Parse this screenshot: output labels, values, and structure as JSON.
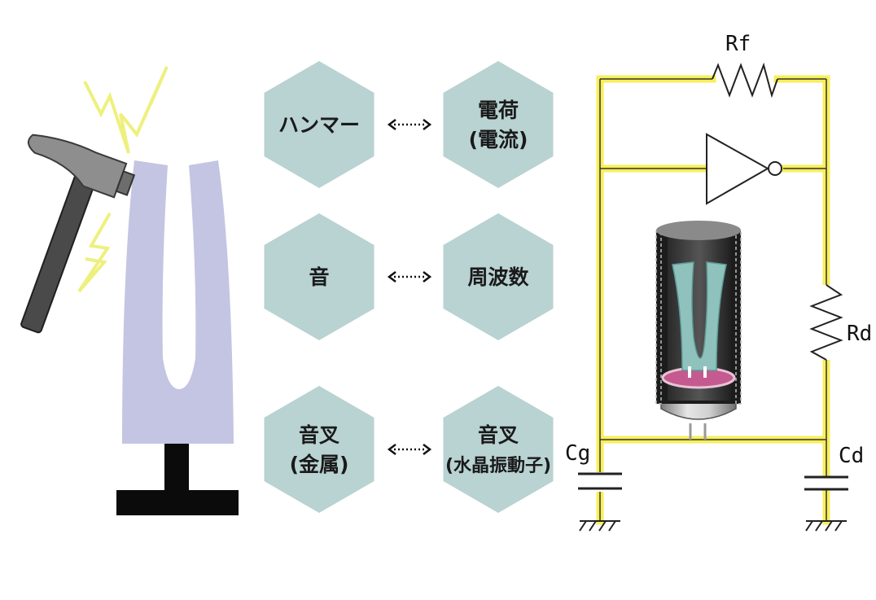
{
  "colors": {
    "hexagon": "#b9d2d2",
    "fork_left": "#c4c5e2",
    "wire_highlight": "#f7ef5a",
    "wire": "#333333",
    "crystal": "#8fc2bd",
    "base_pink": "#c45a8f",
    "spark": "#eef07e"
  },
  "icons": [
    "hammer-icon",
    "spark-icon",
    "tuning-fork-icon",
    "quartz-crystal-icon",
    "inverter-symbol",
    "resistor-symbol",
    "capacitor-symbol",
    "ground-symbol"
  ],
  "pairs": [
    {
      "left": [
        "ハンマー"
      ],
      "right": [
        "電荷",
        "(電流)"
      ]
    },
    {
      "left": [
        "音"
      ],
      "right": [
        "周波数"
      ]
    },
    {
      "left": [
        "音叉",
        "(金属)"
      ],
      "right": [
        "音叉",
        "(水晶振動子)"
      ]
    }
  ],
  "circuit": {
    "labels": {
      "rf": "Rf",
      "rd": "Rd",
      "cg": "Cg",
      "cd": "Cd"
    }
  }
}
